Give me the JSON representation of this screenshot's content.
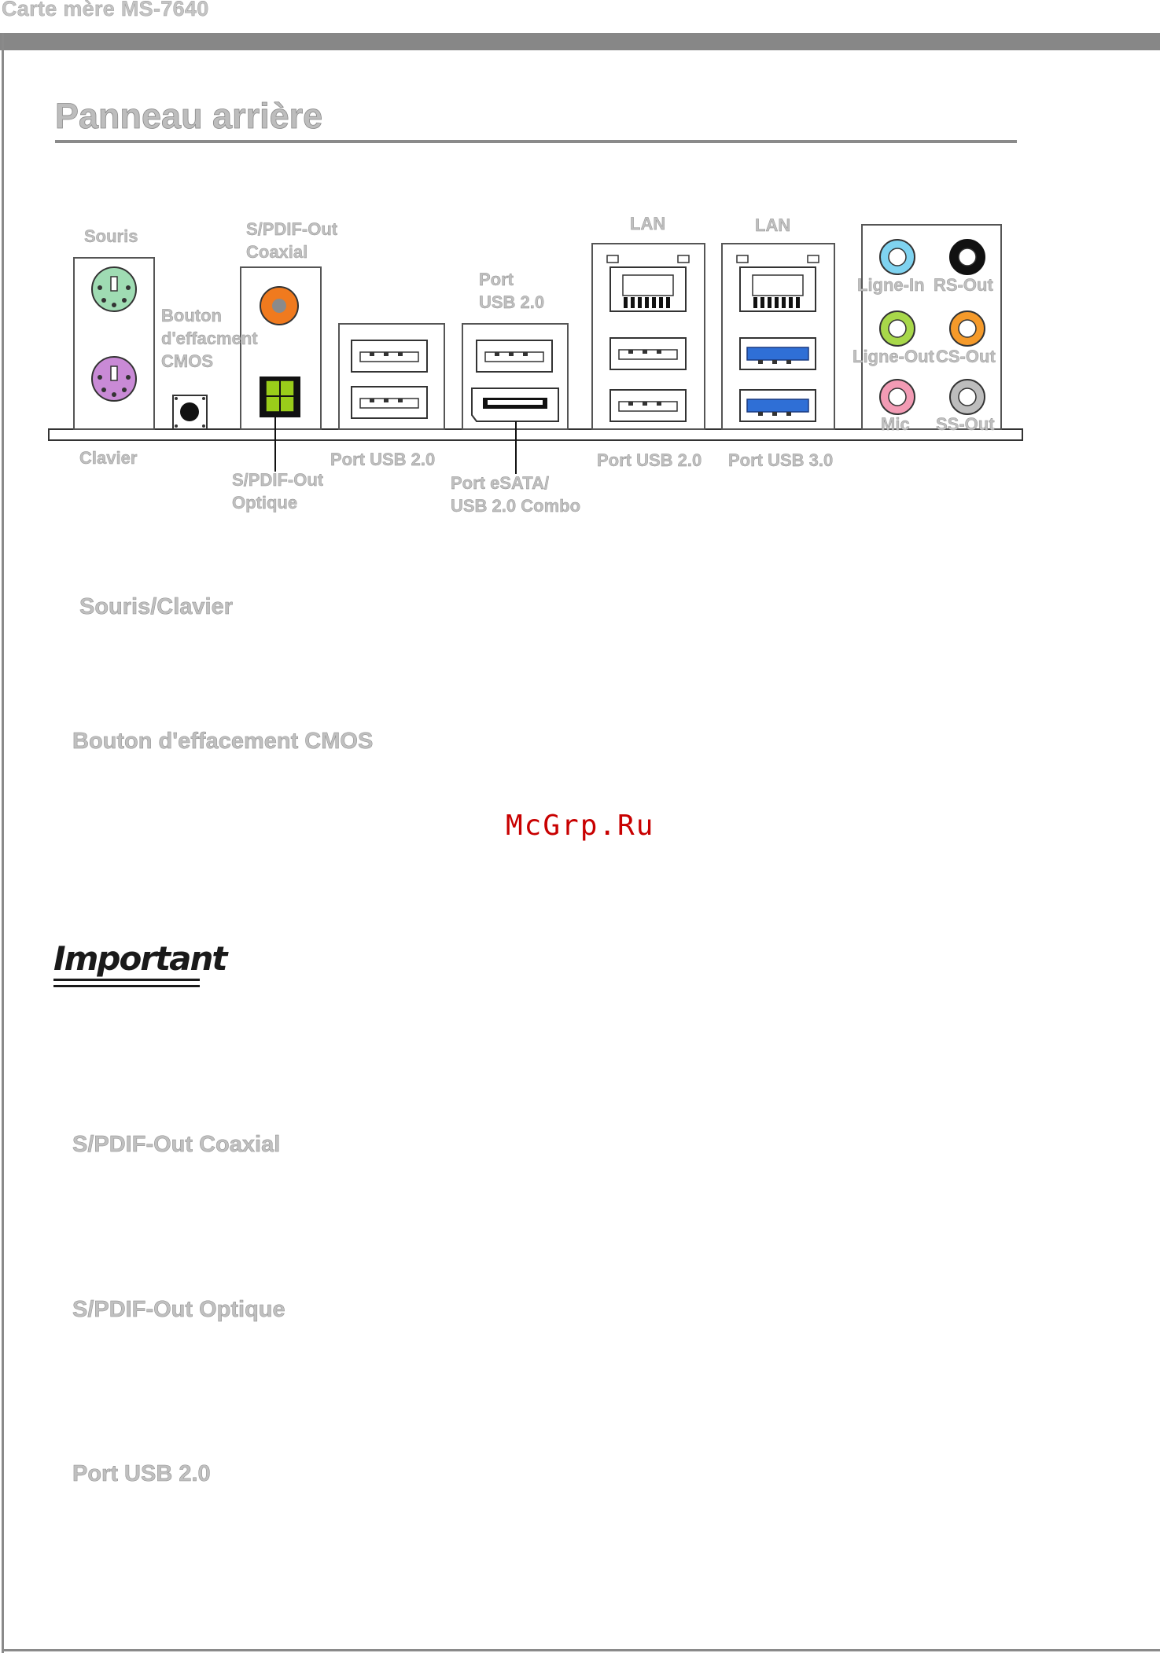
{
  "running_header": "Carte mère MS-7640",
  "section_title": "Panneau arrière",
  "watermark": "McGrp.Ru",
  "diagram": {
    "labels": {
      "souris": "Souris",
      "clavier": "Clavier",
      "bouton_cmos": "Bouton\nd'effacment\nCMOS",
      "spdif_coaxial": "S/PDIF-Out\nCoaxial",
      "spdif_optique": "S/PDIF-Out\nOptique",
      "port_usb20_top": "Port\nUSB 2.0",
      "port_usb20_a": "Port USB 2.0",
      "port_esata": "Port eSATA/\nUSB 2.0 Combo",
      "lan_1": "LAN",
      "lan_2": "LAN",
      "port_usb20_b": "Port USB 2.0",
      "port_usb30": "Port USB 3.0",
      "ligne_in": "Ligne-In",
      "rs_out": "RS-Out",
      "ligne_out": "Ligne-Out",
      "cs_out": "CS-Out",
      "mic": "Mic",
      "ss_out": "SS-Out"
    },
    "colors": {
      "mouse_port": "#9fdcb3",
      "keyboard_port": "#c98ad6",
      "coaxial": "#f07a1e",
      "optical": "#9acd1a",
      "usb3": "#2f6fd6",
      "line_in": "#7fd3f0",
      "rs_out": "#111111",
      "line_out": "#a8d84a",
      "cs_out": "#f59a2a",
      "mic": "#f29bb4",
      "ss_out": "#bdbdbd"
    }
  },
  "subheadings": {
    "souris_clavier": "Souris/Clavier",
    "bouton_cmos": "Bouton d'effacement CMOS",
    "important": "Important",
    "spdif_coaxial": "S/PDIF-Out Coaxial",
    "spdif_optique": "S/PDIF-Out Optique",
    "port_usb20": "Port USB 2.0"
  }
}
